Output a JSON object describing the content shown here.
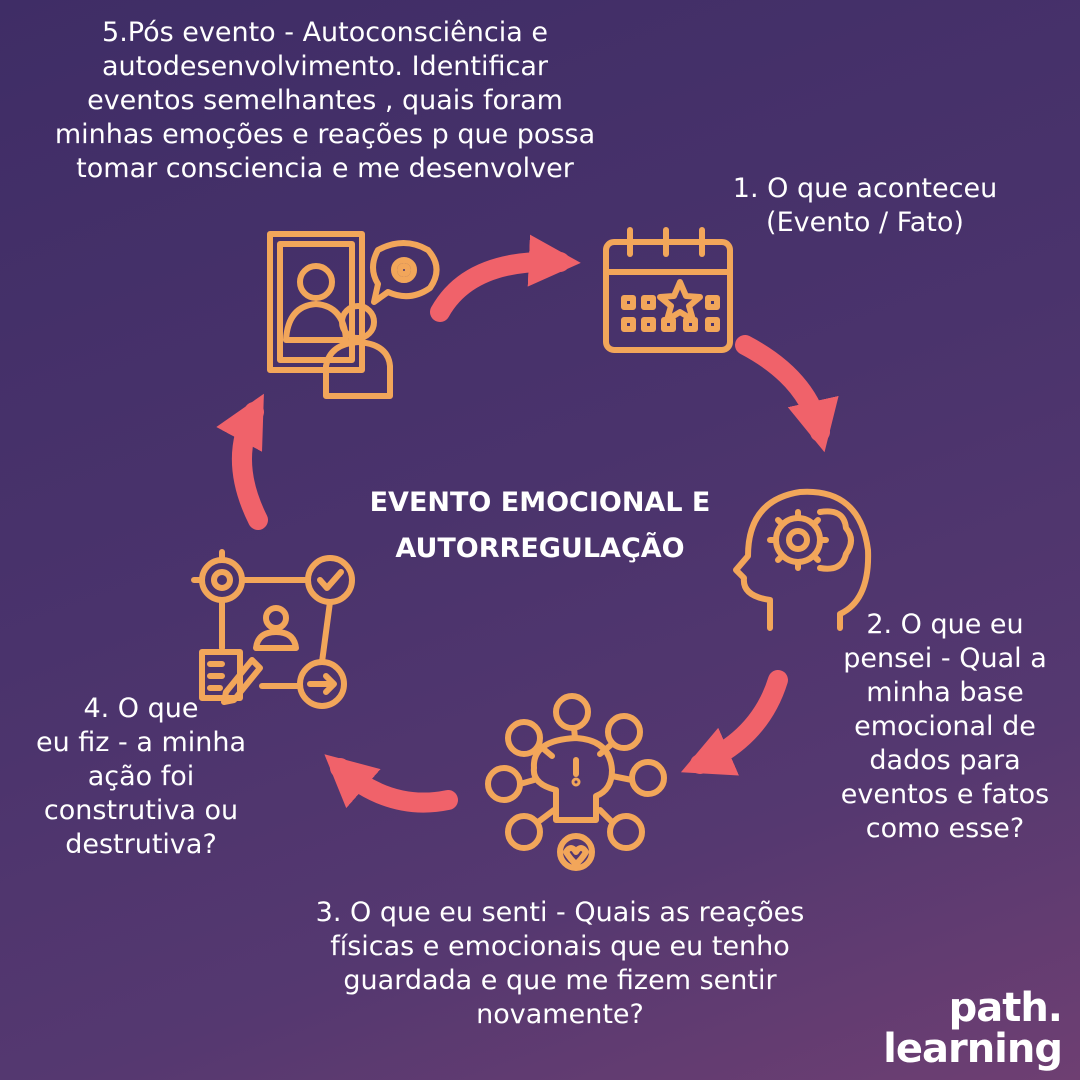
{
  "diagram": {
    "center_title": "EVENTO EMOCIONAL E\nAUTORREGULAÇÃO",
    "steps": [
      {
        "text": "1. O que aconteceu\n(Evento / Fato)",
        "icon": "calendar-star-icon"
      },
      {
        "text": "2. O que eu\npensei - Qual a\nminha base\nemocional de\ndados para\neventos e fatos\ncomo esse?",
        "icon": "head-gear-brain-icon"
      },
      {
        "text": "3. O que eu senti - Quais as reações\nfísicas e emocionais que eu tenho\nguardada e que me fizem sentir\nnovamente?",
        "icon": "emotions-network-icon"
      },
      {
        "text": "4. O que\neu fiz - a minha\nação foi\nconstrutiva ou\ndestrutiva?",
        "icon": "workflow-action-icon"
      },
      {
        "text": "5.Pós evento - Autoconsciência e\nautodesenvolvimento. Identificar\neventos semelhantes , quais foram\nminhas emoções e reações p que possa\ntomar consciencia e me desenvolver",
        "icon": "mirror-reflection-icon"
      }
    ],
    "colors": {
      "icon": "#f2a65a",
      "arrow": "#f0626a",
      "text": "#ffffff"
    }
  },
  "logo": {
    "line1": "path.",
    "line2": "learning"
  }
}
